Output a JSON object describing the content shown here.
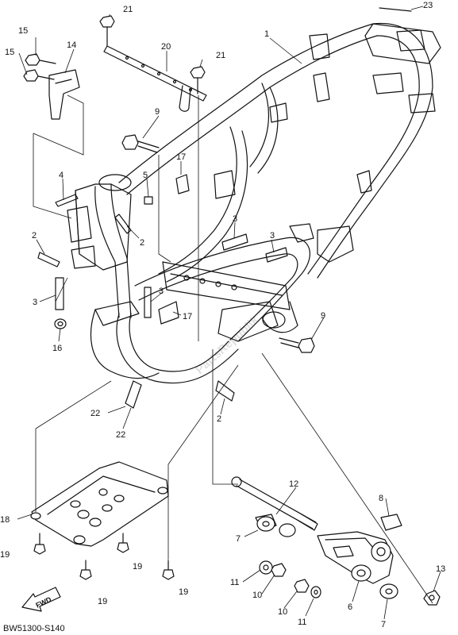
{
  "diagram_code": "BW51300-S140",
  "watermark": "PartsRepublik",
  "fwd_label": "FWD",
  "callouts": [
    {
      "id": "c1",
      "label": "1"
    },
    {
      "id": "c2a",
      "label": "2"
    },
    {
      "id": "c2b",
      "label": "2"
    },
    {
      "id": "c2c",
      "label": "2"
    },
    {
      "id": "c3a",
      "label": "3"
    },
    {
      "id": "c3b",
      "label": "3"
    },
    {
      "id": "c3c",
      "label": "3"
    },
    {
      "id": "c3d",
      "label": "3"
    },
    {
      "id": "c4",
      "label": "4"
    },
    {
      "id": "c5",
      "label": "5"
    },
    {
      "id": "c6",
      "label": "6"
    },
    {
      "id": "c7a",
      "label": "7"
    },
    {
      "id": "c7b",
      "label": "7"
    },
    {
      "id": "c8",
      "label": "8"
    },
    {
      "id": "c9a",
      "label": "9"
    },
    {
      "id": "c9b",
      "label": "9"
    },
    {
      "id": "c10a",
      "label": "10"
    },
    {
      "id": "c10b",
      "label": "10"
    },
    {
      "id": "c11a",
      "label": "11"
    },
    {
      "id": "c11b",
      "label": "11"
    },
    {
      "id": "c12",
      "label": "12"
    },
    {
      "id": "c13",
      "label": "13"
    },
    {
      "id": "c14",
      "label": "14"
    },
    {
      "id": "c15a",
      "label": "15"
    },
    {
      "id": "c15b",
      "label": "15"
    },
    {
      "id": "c16",
      "label": "16"
    },
    {
      "id": "c17a",
      "label": "17"
    },
    {
      "id": "c17b",
      "label": "17"
    },
    {
      "id": "c18",
      "label": "18"
    },
    {
      "id": "c19a",
      "label": "19"
    },
    {
      "id": "c19b",
      "label": "19"
    },
    {
      "id": "c19c",
      "label": "19"
    },
    {
      "id": "c19d",
      "label": "19"
    },
    {
      "id": "c20",
      "label": "20"
    },
    {
      "id": "c21a",
      "label": "21"
    },
    {
      "id": "c21b",
      "label": "21"
    },
    {
      "id": "c22a",
      "label": "22"
    },
    {
      "id": "c22b",
      "label": "22"
    },
    {
      "id": "c23",
      "label": "23"
    }
  ]
}
